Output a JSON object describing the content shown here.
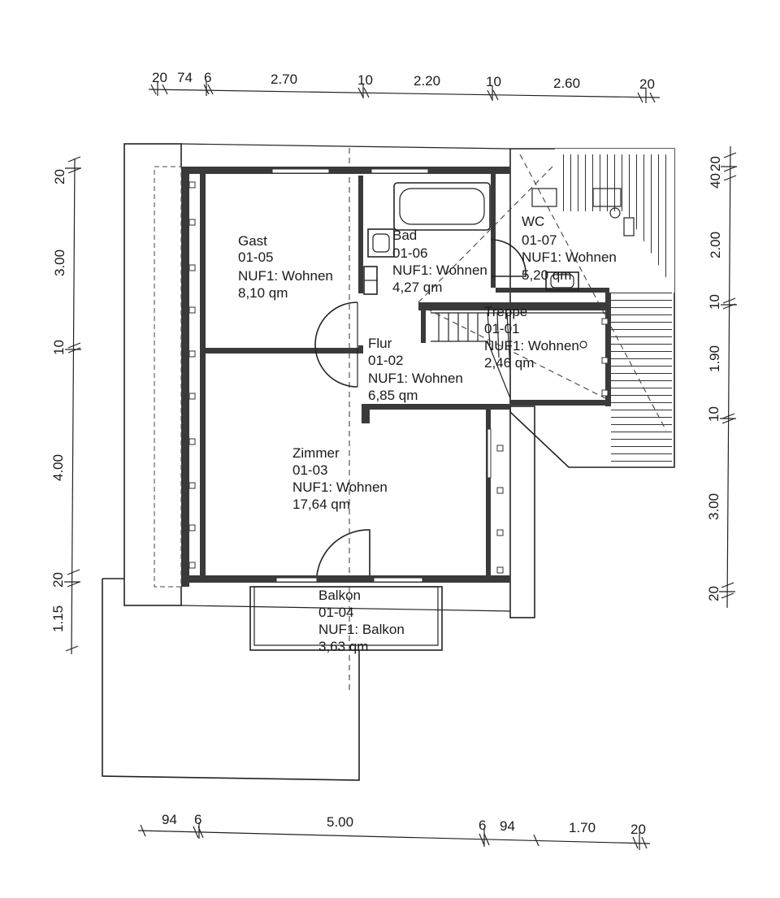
{
  "rooms": [
    {
      "key": "gast",
      "name": "Gast",
      "number": "01-05",
      "usage": "NUF1: Wohnen",
      "area": "8,10 qm"
    },
    {
      "key": "bad",
      "name": "Bad",
      "number": "01-06",
      "usage": "NUF1: Wohnen",
      "area": "4,27 qm"
    },
    {
      "key": "wc",
      "name": "WC",
      "number": "01-07",
      "usage": "NUF1: Wohnen",
      "area": "5,20 qm"
    },
    {
      "key": "treppe",
      "name": "Treppe",
      "number": "01-01",
      "usage": "NUF1: Wohnen",
      "area": "2,46 qm"
    },
    {
      "key": "flur",
      "name": "Flur",
      "number": "01-02",
      "usage": "NUF1: Wohnen",
      "area": "6,85 qm"
    },
    {
      "key": "zimmer",
      "name": "Zimmer",
      "number": "01-03",
      "usage": "NUF1: Wohnen",
      "area": "17,64 qm"
    },
    {
      "key": "balkon",
      "name": "Balkon",
      "number": "01-04",
      "usage": "NUF1: Balkon",
      "area": "3,63 qm"
    }
  ],
  "dimensions": {
    "top": [
      "20",
      "74",
      "6",
      "2.70",
      "10",
      "2.20",
      "10",
      "2.60",
      "20"
    ],
    "bottom": [
      "94",
      "6",
      "5.00",
      "6",
      "94",
      "1.70",
      "20"
    ],
    "left": [
      "20",
      "3.00",
      "10",
      "4.00",
      "20",
      "1.15"
    ],
    "right": [
      "20",
      "40",
      "2.00",
      "10",
      "1.90",
      "10",
      "3.00",
      "20"
    ]
  }
}
